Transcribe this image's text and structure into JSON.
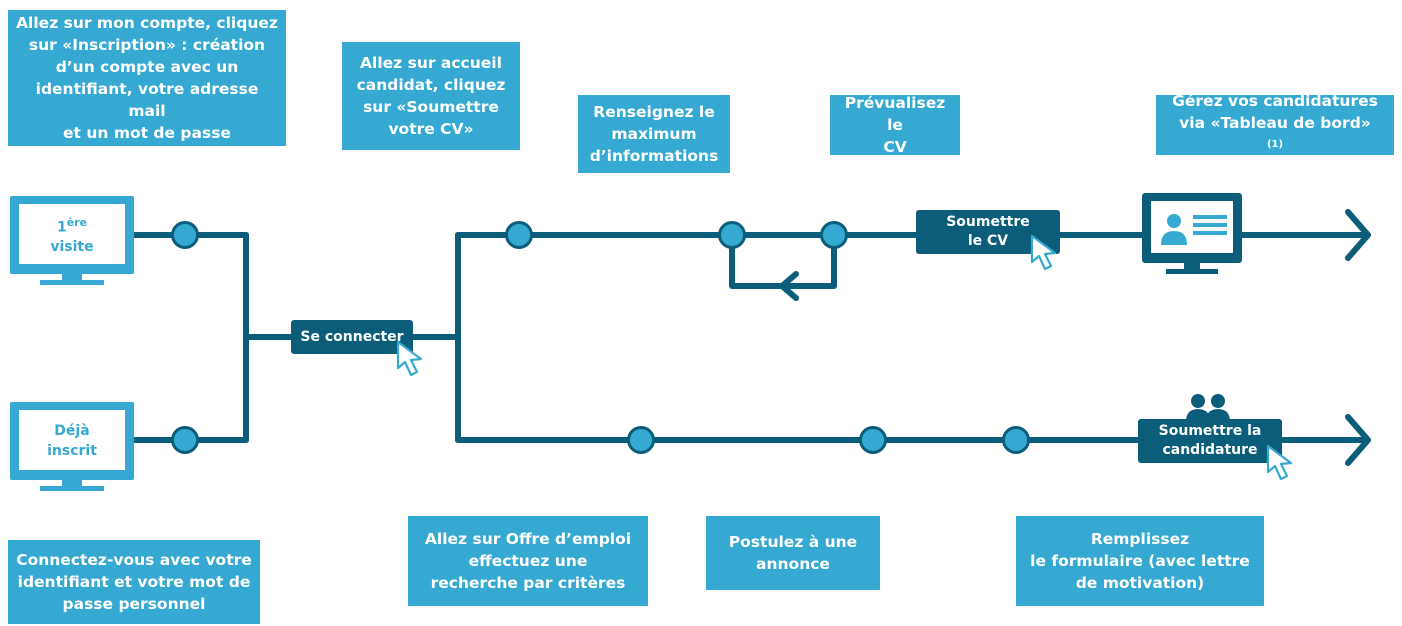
{
  "colors": {
    "accent": "#36a9d2",
    "dark": "#0b5d7a"
  },
  "monitors": {
    "first_visit": {
      "sup": "ère",
      "base": "1",
      "label": "visite"
    },
    "already": {
      "line1": "Déjà",
      "line2": "inscrit"
    }
  },
  "callouts": {
    "inscription": [
      "Allez sur mon compte, cliquez",
      "sur «Inscription» : création",
      "d’un compte avec un",
      "identifiant, votre adresse mail",
      "et un mot de passe"
    ],
    "connect": [
      "Connectez-vous avec votre",
      "identifiant et votre mot de",
      "passe personnel"
    ],
    "accueil": [
      "Allez sur accueil",
      "candidat, cliquez",
      "sur «Soumettre",
      "votre CV»"
    ],
    "renseignez": [
      "Renseignez le",
      "maximum",
      "d’informations"
    ],
    "prevualisez": [
      "Prévualisez le",
      "CV"
    ],
    "gerez": {
      "text1": "Gérez vos candidatures",
      "text2": "via «Tableau de bord»",
      "note": "(1)"
    },
    "offre": [
      "Allez sur Offre d’emploi",
      "effectuez une",
      "recherche par critères"
    ],
    "postulez": [
      "Postulez à une",
      "annonce"
    ],
    "remplissez": [
      "Remplissez",
      "le formulaire (avec lettre",
      "de motivation)"
    ]
  },
  "buttons": {
    "connect": "Se connecter",
    "submit_cv": [
      "Soumettre",
      "le CV"
    ],
    "submit_app": [
      "Soumettre la",
      "candidature"
    ]
  }
}
